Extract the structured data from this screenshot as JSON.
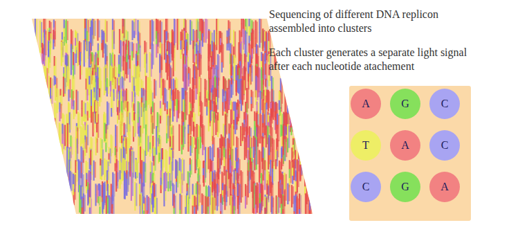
{
  "diagram": {
    "nodes": [
      {
        "text": [
          "A"
        ]
      },
      {
        "text": [
          "G"
        ]
      },
      {
        "text": [
          "C"
        ]
      },
      {
        "text": [
          "T"
        ]
      },
      {
        "text": [
          "A"
        ]
      },
      {
        "text": [
          "C"
        ]
      },
      {
        "text": [
          "C"
        ]
      },
      {
        "text": [
          "G"
        ]
      },
      {
        "text": [
          "A"
        ]
      }
    ],
    "labels": [
      "Sequencing of different DNA replicon assembled into clusters",
      "Each cluster generates a separate light signal after each nucleotide atachement"
    ]
  }
}
